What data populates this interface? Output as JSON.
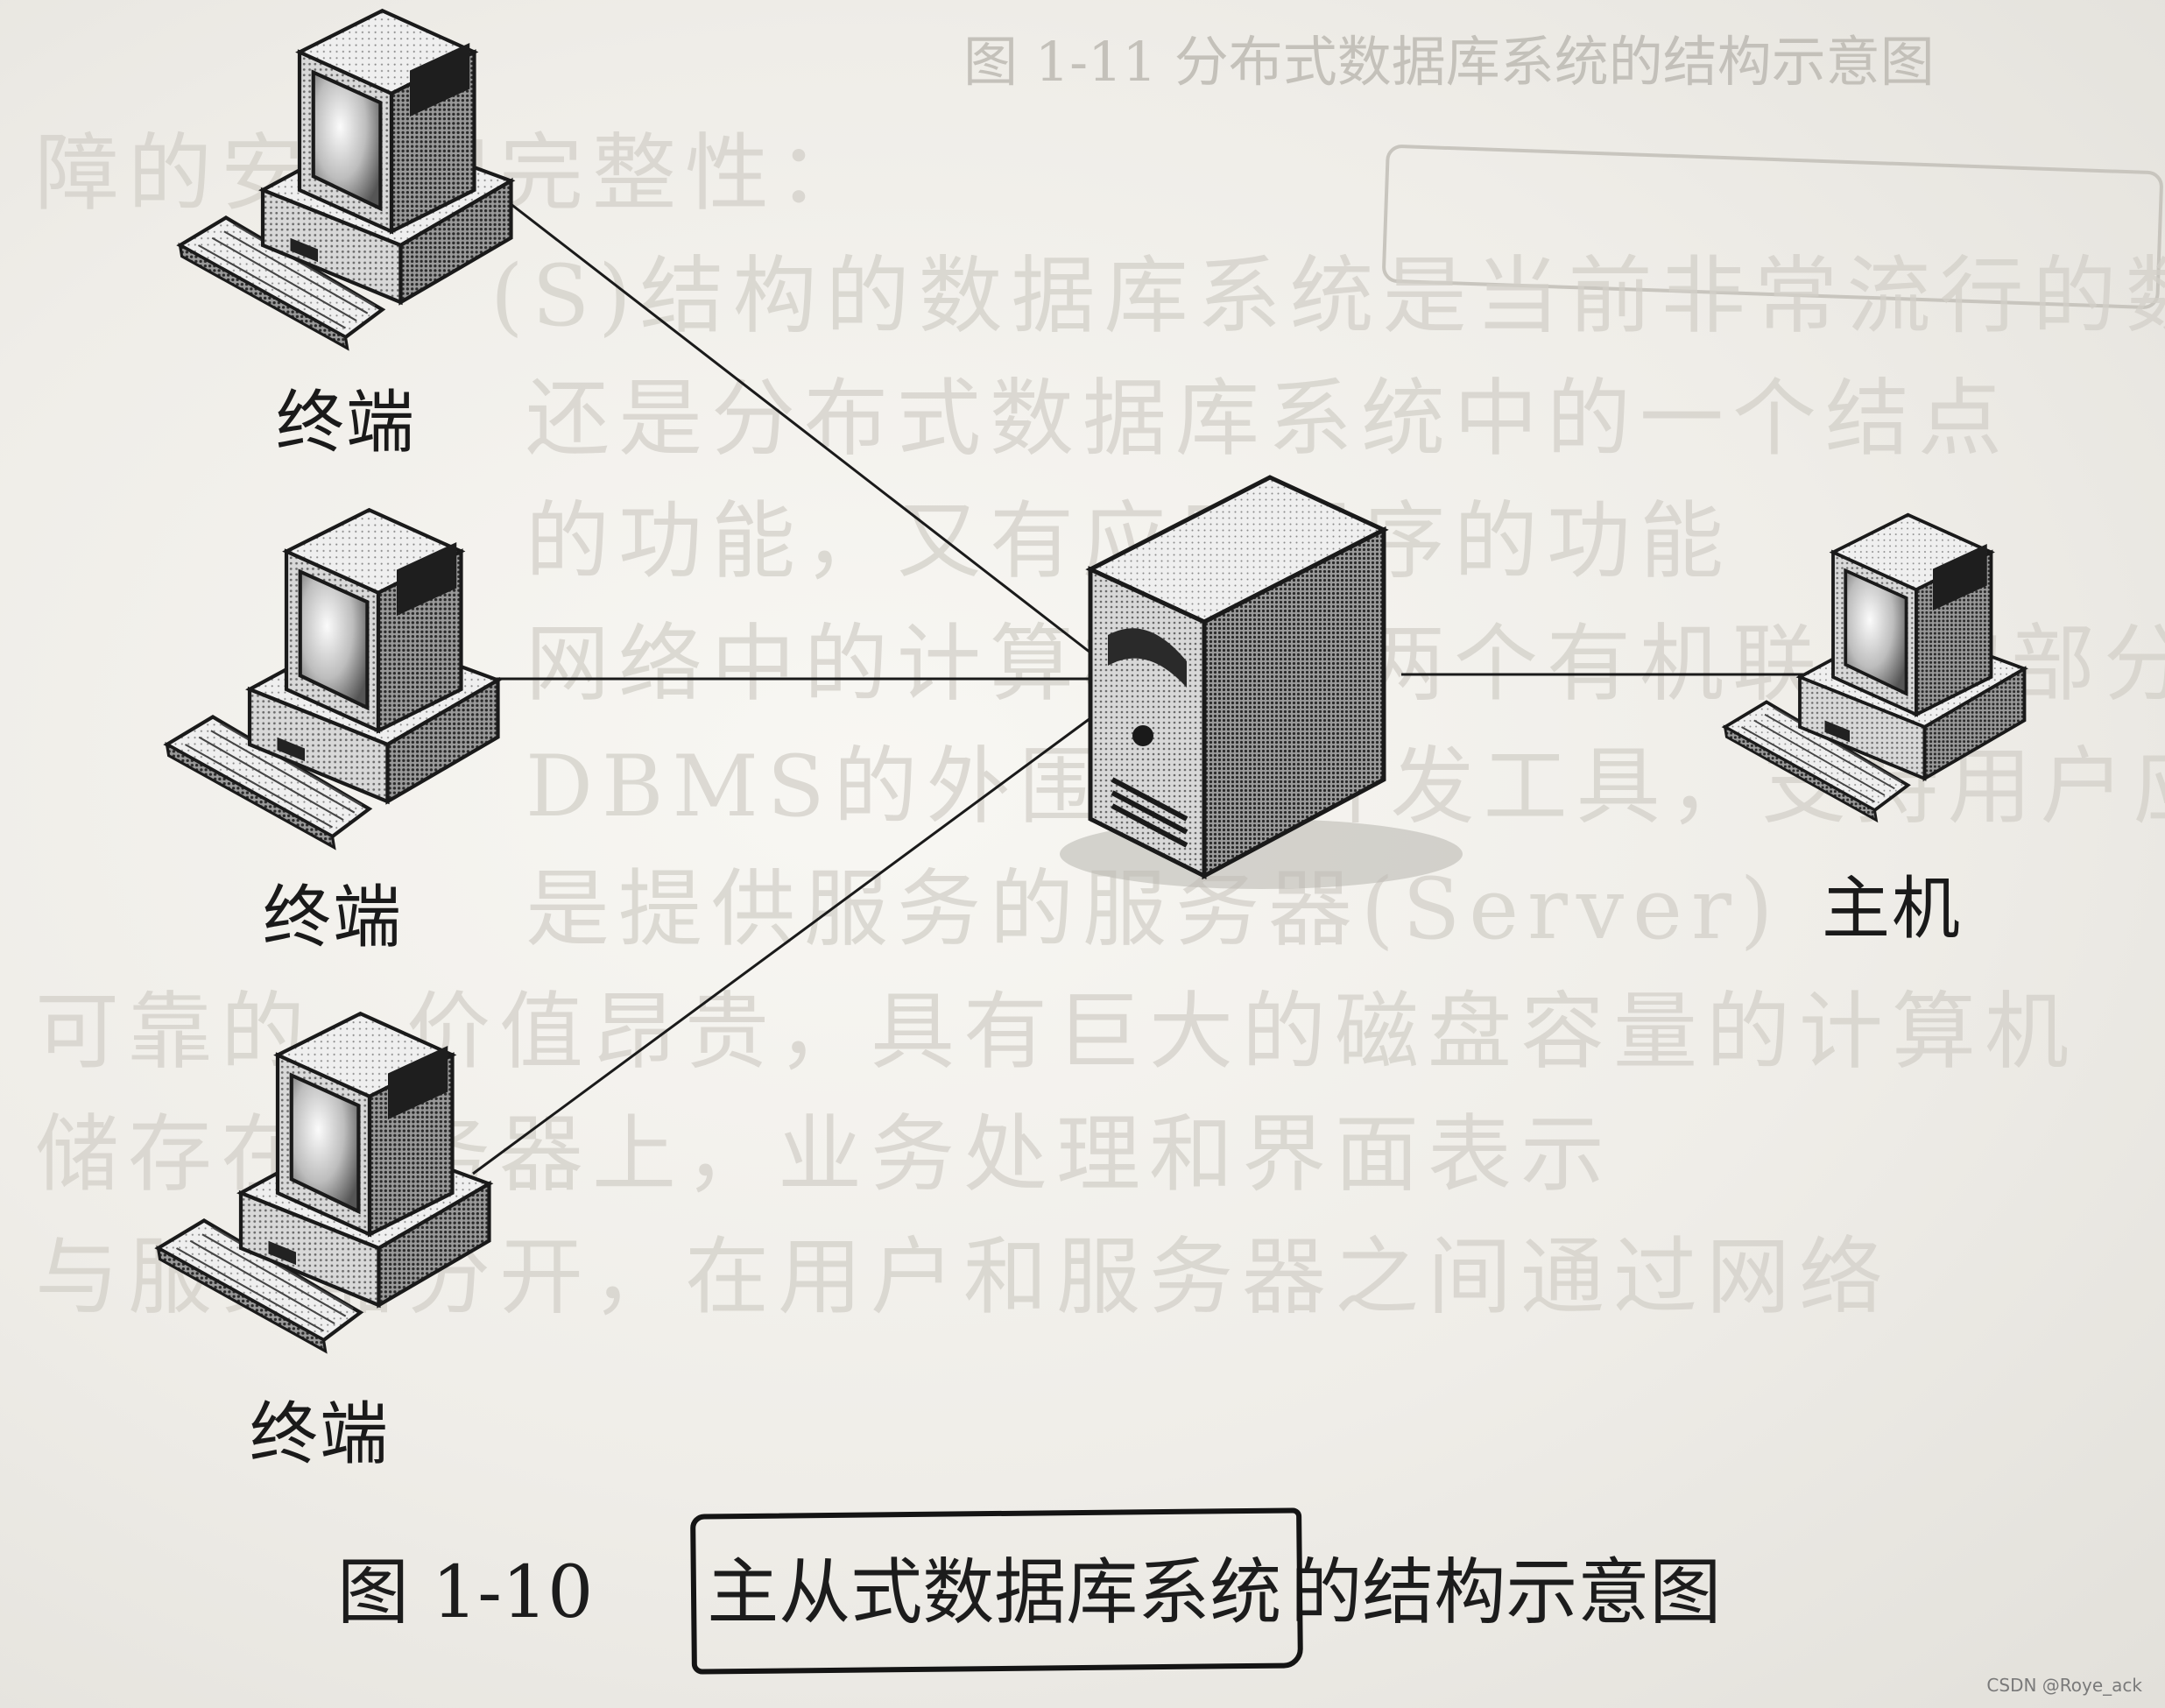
{
  "header_fragment": "图 1-11   分布式数据库系统的结构示意图",
  "nodes": {
    "terminal_1": {
      "label": "终端",
      "icon": "desktop-computer-icon"
    },
    "terminal_2": {
      "label": "终端",
      "icon": "desktop-computer-icon"
    },
    "terminal_3": {
      "label": "终端",
      "icon": "desktop-computer-icon"
    },
    "server": {
      "label": "",
      "icon": "server-tower-icon"
    },
    "host": {
      "label": "主机",
      "icon": "desktop-computer-icon"
    }
  },
  "edges": [
    {
      "from": "terminal_1",
      "to": "server"
    },
    {
      "from": "terminal_2",
      "to": "server"
    },
    {
      "from": "terminal_3",
      "to": "server"
    },
    {
      "from": "host",
      "to": "server"
    }
  ],
  "caption": {
    "number": "图 1-10",
    "highlighted": "主从式数据库系统",
    "rest": "的结构示意图"
  },
  "watermark": "CSDN @Roye_ack",
  "colors": {
    "ink": "#1a1a1a",
    "paper": "#f5f4f0"
  }
}
